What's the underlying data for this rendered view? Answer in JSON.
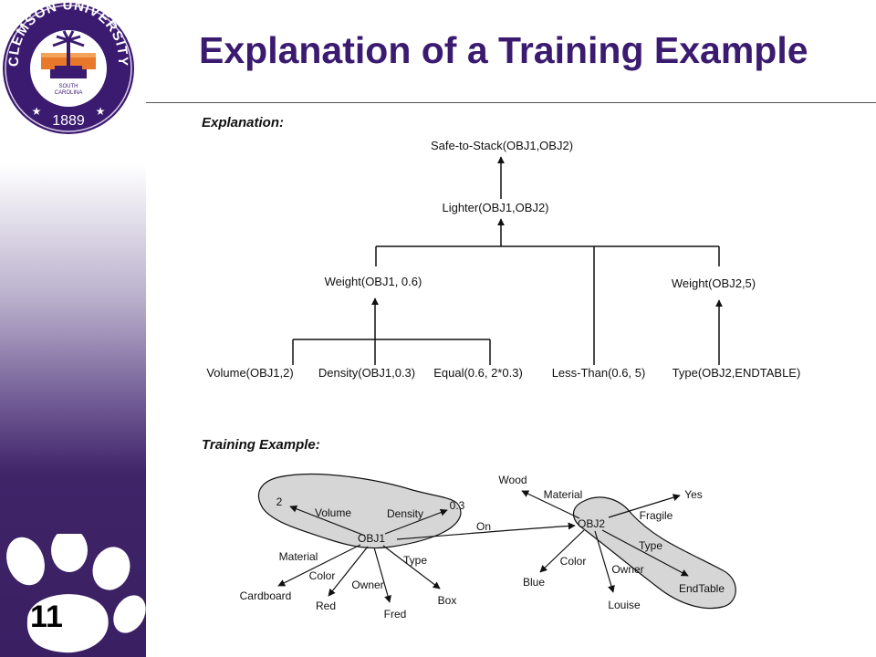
{
  "slide": {
    "title": "Explanation of a Training Example",
    "number": "11",
    "seal": {
      "arc_text": "CLEMSON UNIVERSITY",
      "inner_text_1": "SOUTH",
      "inner_text_2": "CAROLINA",
      "year": "1889"
    },
    "colors": {
      "accent": "#3b1b70",
      "seal_orange": "#e8792b",
      "blob_fill": "#d6d6d6"
    }
  },
  "explanation": {
    "heading": "Explanation:",
    "nodes": {
      "safe": "Safe-to-Stack(OBJ1,OBJ2)",
      "lighter": "Lighter(OBJ1,OBJ2)",
      "weight1": "Weight(OBJ1, 0.6)",
      "weight2": "Weight(OBJ2,5)",
      "volume": "Volume(OBJ1,2)",
      "density": "Density(OBJ1,0.3)",
      "equal": "Equal(0.6, 2*0.3)",
      "lessthan": "Less-Than(0.6, 5)",
      "type": "Type(OBJ2,ENDTABLE)"
    }
  },
  "training": {
    "heading": "Training Example:",
    "obj1": "OBJ1",
    "obj2": "OBJ2",
    "on_label": "On",
    "obj1_edges": {
      "volume_label": "Volume",
      "volume_value": "2",
      "density_label": "Density",
      "density_value": "0.3",
      "material_label": "Material",
      "material_value": "Cardboard",
      "color_label": "Color",
      "color_value": "Red",
      "owner_label": "Owner",
      "owner_value": "Fred",
      "type_label": "Type",
      "type_value": "Box"
    },
    "obj2_edges": {
      "material_label": "Material",
      "material_value": "Wood",
      "fragile_label": "Fragile",
      "fragile_value": "Yes",
      "type_label": "Type",
      "type_value": "EndTable",
      "color_label": "Color",
      "color_value": "Blue",
      "owner_label": "Owner",
      "owner_value": "Louise"
    }
  }
}
